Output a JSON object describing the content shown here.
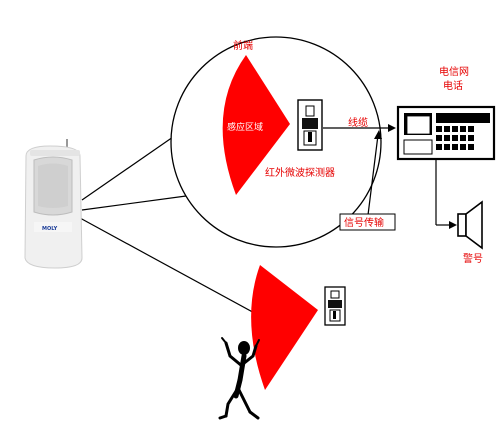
{
  "labels": {
    "front_end": "前端",
    "sensing_area": "感应区域",
    "ir_microwave_detector": "红外微波探测器",
    "line": "线缆",
    "signal_transmission": "信号传输",
    "telecom_phone_line1": "电信网",
    "telecom_phone_line2": "电话",
    "alarm": "警号",
    "device_brand": "MOLY"
  },
  "colors": {
    "sensing_red": "#ff0000",
    "label_red": "#e60000",
    "line_black": "#000000",
    "device_body": "#f0f0f0",
    "device_lens": "#d8d8d8",
    "brand_blue": "#1e3f9a"
  },
  "icons": {
    "detector": "detector-device-icon",
    "phone": "telephone-icon",
    "speaker": "speaker-icon",
    "intruder": "intruder-figure-icon"
  }
}
